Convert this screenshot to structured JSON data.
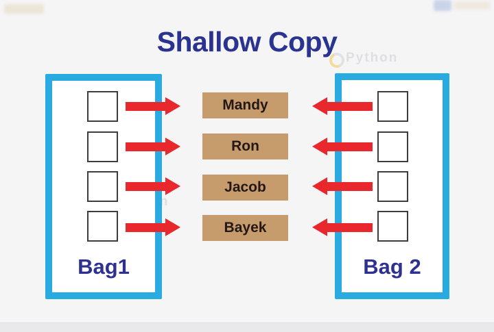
{
  "title": "Shallow Copy",
  "bags": {
    "left": {
      "label": "Bag1"
    },
    "right": {
      "label": "Bag 2"
    }
  },
  "shared_objects": [
    {
      "label": "Mandy"
    },
    {
      "label": "Ron"
    },
    {
      "label": "Jacob"
    },
    {
      "label": "Bayek"
    }
  ],
  "watermarks": {
    "brand": "Python"
  },
  "colors": {
    "bag_border": "#29abe2",
    "arrow_red": "#e8282d",
    "object_box_tan": "#c69c6d",
    "heading_navy": "#2b3390",
    "slot_border": "#3c3c3e",
    "background": "#f5f5f6"
  }
}
